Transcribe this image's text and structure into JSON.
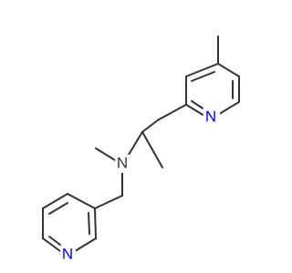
{
  "molecule": {
    "atoms": {
      "n_amine": "N",
      "n_pyridine_right": "N",
      "n_pyridine_left": "N"
    }
  },
  "colors": {
    "bond": "#333333",
    "nitrogen": "#0000FF",
    "background": "#FFFFFF"
  }
}
